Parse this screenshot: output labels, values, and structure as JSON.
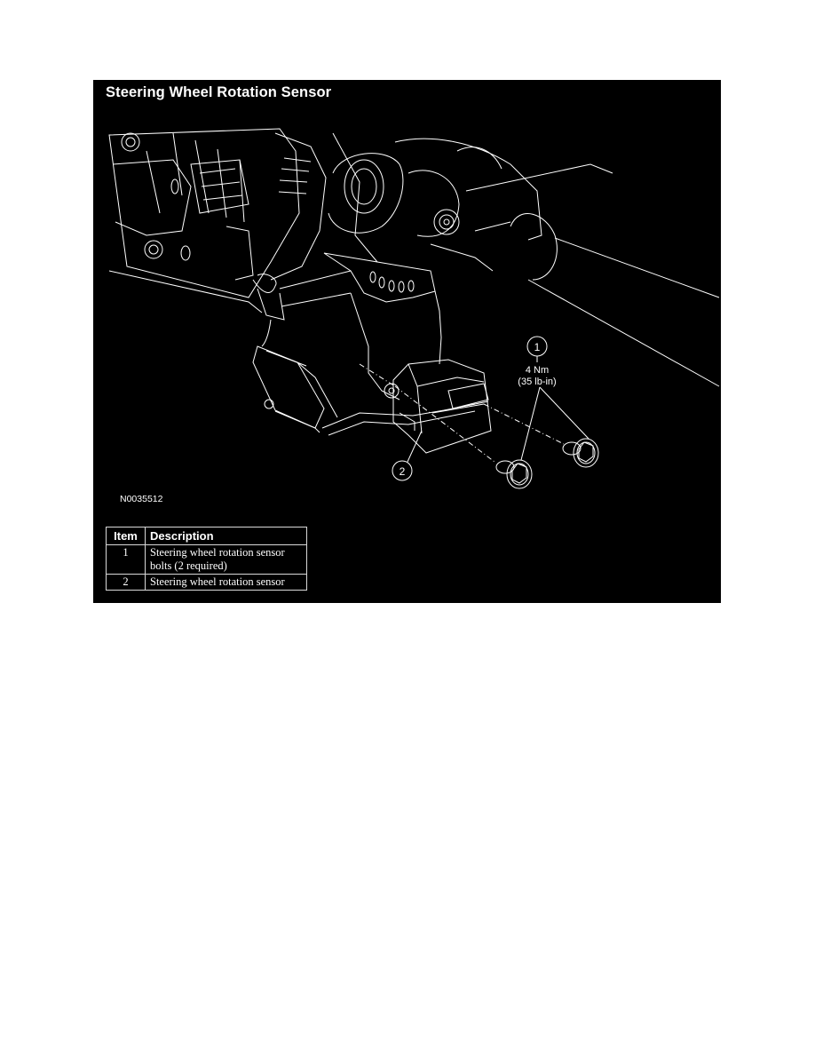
{
  "document": {
    "figure_title": "Steering Wheel Rotation Sensor",
    "figure_id": "N0035512",
    "callouts": [
      {
        "number": "1",
        "torque_metric": "4 Nm",
        "torque_imperial": "(35 lb-in)"
      },
      {
        "number": "2"
      }
    ],
    "legend": {
      "headers": {
        "item": "Item",
        "description": "Description"
      },
      "rows": [
        {
          "item": "1",
          "description": "Steering wheel rotation sensor bolts (2 required)"
        },
        {
          "item": "2",
          "description": "Steering wheel rotation sensor"
        }
      ]
    },
    "colors": {
      "panel_background": "#000000",
      "line_art": "#ffffff",
      "page_background": "#ffffff"
    }
  }
}
